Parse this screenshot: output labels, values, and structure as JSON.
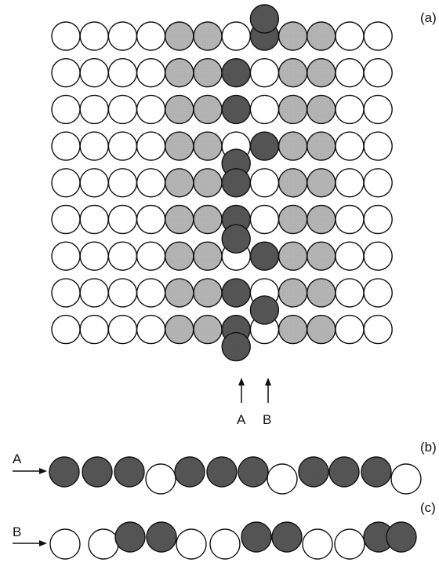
{
  "colors": {
    "white": "#ffffff",
    "gray": "#b5b5b5",
    "dark": "#555555",
    "stroke": "#111111"
  },
  "panel_a": {
    "label": "(a)",
    "rows": [
      {
        "cells": "WWWWGGWDGGWW",
        "high": {
          "7": "D"
        }
      },
      {
        "cells": "WWWWGGDWGGWW"
      },
      {
        "cells": "WWWWGGDWGGWW"
      },
      {
        "cells": "WWWWGGWDGGWW",
        "low": {
          "6": "D"
        }
      },
      {
        "cells": "WWWWGGDWGGWW"
      },
      {
        "cells": "WWWWGGDWGGWW"
      },
      {
        "cells": "WWWWGGWDGGWW",
        "high": {
          "6": "D"
        }
      },
      {
        "cells": "WWWWGGDWGGWW",
        "low": {
          "7": "D"
        }
      },
      {
        "cells": "WWWWGGDWGGWW",
        "low": {
          "6": "D"
        }
      }
    ],
    "arrow_labels": [
      "A",
      "B"
    ]
  },
  "panel_b": {
    "label": "(b)",
    "arrow_label": "A",
    "chain": "DDDWDDDWDDDW"
  },
  "panel_c": {
    "label": "(c)",
    "arrow_label": "B",
    "chain": "WWDDWWDDWWDD"
  }
}
